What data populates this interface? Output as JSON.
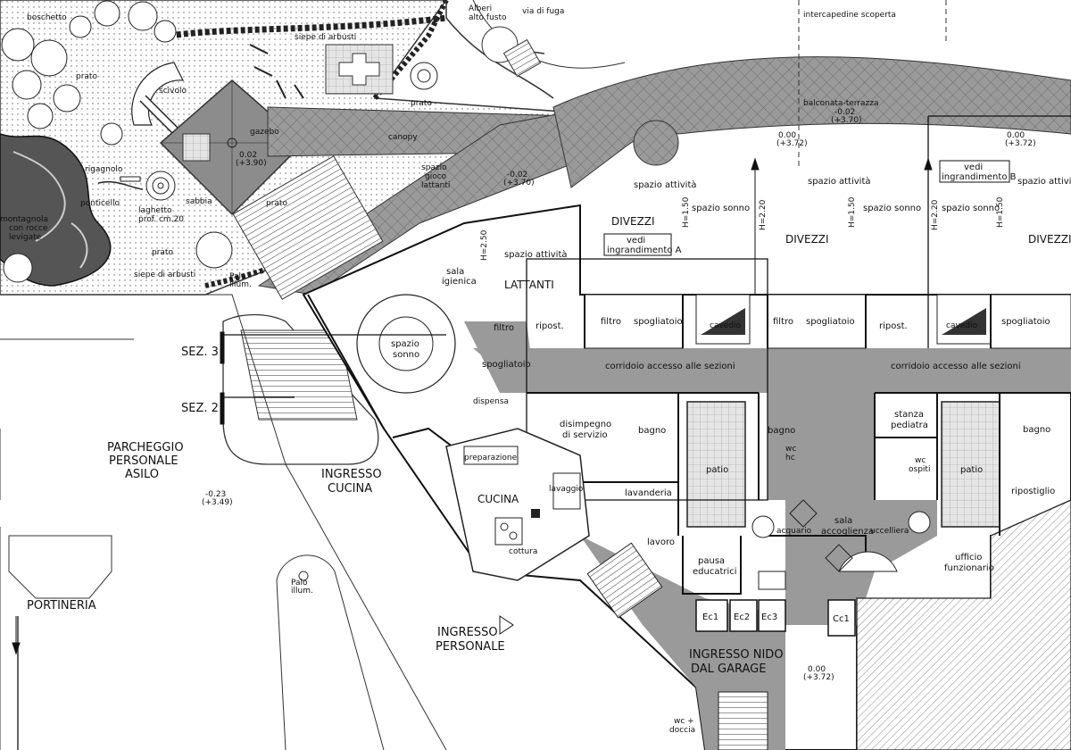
{
  "labels": {
    "boschetto": "boschetto",
    "alberi": "Alberi",
    "alto_fusto": "alto fusto",
    "via_di_fuga": "via di fuga",
    "intercapedine": "intercapedine scoperta",
    "siepe_top": "siepe di arbusti",
    "prato_1": "prato",
    "scivolo": "scivolo",
    "prato_2": "prato",
    "gazebo": "gazebo",
    "canopy": "canopy",
    "balconata": "balconata-terrazza",
    "rigagnolo": "rigagnolo",
    "laghetto": "laghetto",
    "laghetto_2": "prof. cm.20",
    "ponticello": "ponticello",
    "sabbia": "sabbia",
    "prato_3": "prato",
    "spazio_gioco": "spazio",
    "spazio_gioco_2": "gioco",
    "spazio_gioco_3": "lattanti",
    "montagnola_1": "montagnola",
    "montagnola_2": "con rocce",
    "montagnola_3": "levigate",
    "prato_4": "prato",
    "siepe_bottom": "siepe di arbusti",
    "palo_illum_1": "Palo",
    "palo_illum_1b": "illum.",
    "spazio_attivita_1": "spazio attività",
    "spazio_attivita_2": "spazio attività",
    "spazio_attivita_3": "spazio attività",
    "spazio_attivita_4": "spazio attività",
    "vedi_ingr_a_1": "vedi",
    "vedi_ingr_a_2": "ingrandimento A",
    "vedi_ingr_b_1": "vedi",
    "vedi_ingr_b_2": "ingrandimento B",
    "divezzi_1": "DIVEZZI",
    "divezzi_2": "DIVEZZI",
    "divezzi_3": "DIVEZZI",
    "spazio_sonno_1": "spazio sonno",
    "spazio_sonno_2": "spazio sonno",
    "spazio_sonno_3": "spazio sonno",
    "sala_igienica_1": "sala",
    "sala_igienica_2": "igienica",
    "lattanti": "LATTANTI",
    "filtro_1": "filtro",
    "filtro_2": "filtro",
    "filtro_3": "filtro",
    "ripost_1": "ripost.",
    "ripost_2": "ripost.",
    "spogliatoio_1": "spogliatoio",
    "spogliatoio_2": "spogliatoio",
    "spogliatoio_3": "spogliatoio",
    "spogliatoio_4": "spogliatoio",
    "cavedio_1": "cavedio",
    "cavedio_2": "cavedio",
    "sez3": "SEZ. 3",
    "sez2": "SEZ. 2",
    "spazio_sonno_lat_1": "spazio",
    "spazio_sonno_lat_2": "sonno",
    "corridoio_1": "corridoio accesso alle sezioni",
    "corridoio_2": "corridoio accesso alle sezioni",
    "dispensa": "dispensa",
    "disimpegno_1": "disimpegno",
    "disimpegno_2": "di servizio",
    "bagno_1": "bagno",
    "bagno_2": "bagno",
    "bagno_3": "bagno",
    "stanza_pediatra_1": "stanza",
    "stanza_pediatra_2": "pediatra",
    "wc_hc_1": "wc",
    "wc_hc_2": "hc",
    "wc_ospiti_1": "wc",
    "wc_ospiti_2": "ospiti",
    "patio_1": "patio",
    "patio_2": "patio",
    "ripostiglio": "ripostiglio",
    "parcheggio_1": "PARCHEGGIO",
    "parcheggio_2": "PERSONALE",
    "parcheggio_3": "ASILO",
    "ingresso_cucina_1": "INGRESSO",
    "ingresso_cucina_2": "CUCINA",
    "cucina": "CUCINA",
    "preparazione": "preparazione",
    "lavaggio": "lavaggio",
    "cottura": "cottura",
    "lavanderia": "lavanderia",
    "lavoro": "lavoro",
    "sala_accoglienza_1": "sala",
    "sala_accoglienza_2": "accoglienza",
    "acquario": "acquario",
    "uccelliera": "uccelliera",
    "pausa_educatrici_1": "pausa",
    "pausa_educatrici_2": "educatrici",
    "ufficio_funzionario_1": "ufficio",
    "ufficio_funzionario_2": "funzionario",
    "portineria": "PORTINERIA",
    "ingresso_personale_1": "INGRESSO",
    "ingresso_personale_2": "PERSONALE",
    "palo_illum_2": "Palo",
    "palo_illum_2b": "illum.",
    "ingresso_nido_1": "INGRESSO NIDO",
    "ingresso_nido_2": "DAL GARAGE",
    "ec1": "Ec1",
    "ec2": "Ec2",
    "ec3": "Ec3",
    "cc1": "Cc1",
    "wc_doccia_1": "wc +",
    "wc_doccia_2": "doccia",
    "elev_1a": "0.00",
    "elev_1b": "(+3.72)",
    "elev_2a": "0.00",
    "elev_2b": "(+3.72)",
    "elev_3a": "-0.02",
    "elev_3b": "(+3.70)",
    "elev_4a": "-0.02",
    "elev_4b": "(+3.70)",
    "elev_5a": "0.02",
    "elev_5b": "(+3.90)",
    "elev_6a": "-0.23",
    "elev_6b": "(+3.49)",
    "elev_7a": "0.00",
    "elev_7b": "(+3.72)",
    "h150_1": "H=1.50",
    "h220_1": "H=2.20",
    "h150_2": "H=1.50",
    "h220_2": "H=2.20",
    "h150_3": "H=1.50",
    "h250": "H=2.50"
  }
}
